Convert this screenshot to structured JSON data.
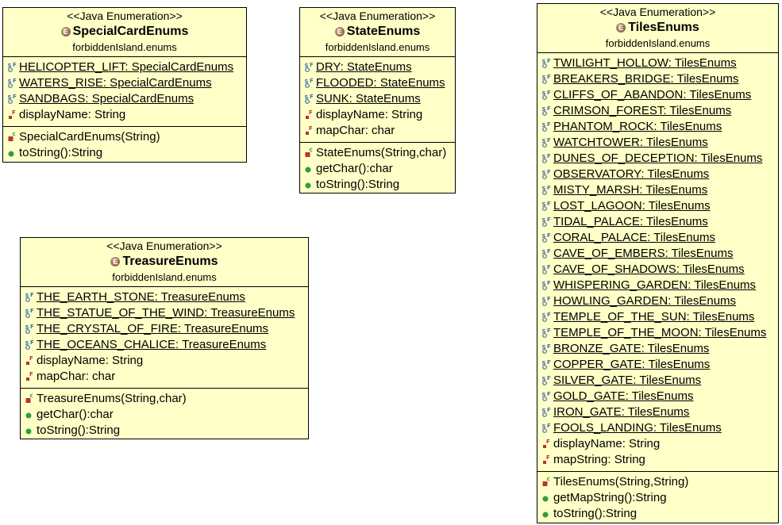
{
  "classes": [
    {
      "stereotype": "<<Java Enumeration>>",
      "badge": "E",
      "name": "SpecialCardEnums",
      "package": "forbiddenIsland.enums",
      "literals": [
        "HELICOPTER_LIFT: SpecialCardEnums",
        "WATERS_RISE: SpecialCardEnums",
        "SANDBAGS: SpecialCardEnums"
      ],
      "fields": [
        "displayName: String"
      ],
      "constructors": [
        "SpecialCardEnums(String)"
      ],
      "methods": [
        "toString():String"
      ]
    },
    {
      "stereotype": "<<Java Enumeration>>",
      "badge": "E",
      "name": "StateEnums",
      "package": "forbiddenIsland.enums",
      "literals": [
        "DRY: StateEnums",
        "FLOODED: StateEnums",
        "SUNK: StateEnums"
      ],
      "fields": [
        "displayName: String",
        "mapChar: char"
      ],
      "constructors": [
        "StateEnums(String,char)"
      ],
      "methods": [
        "getChar():char",
        "toString():String"
      ]
    },
    {
      "stereotype": "<<Java Enumeration>>",
      "badge": "E",
      "name": "TreasureEnums",
      "package": "forbiddenIsland.enums",
      "literals": [
        "THE_EARTH_STONE: TreasureEnums",
        "THE_STATUE_OF_THE_WIND: TreasureEnums",
        "THE_CRYSTAL_OF_FIRE: TreasureEnums",
        "THE_OCEANS_CHALICE: TreasureEnums"
      ],
      "fields": [
        "displayName: String",
        "mapChar: char"
      ],
      "constructors": [
        "TreasureEnums(String,char)"
      ],
      "methods": [
        "getChar():char",
        "toString():String"
      ]
    },
    {
      "stereotype": "<<Java Enumeration>>",
      "badge": "E",
      "name": "TilesEnums",
      "package": "forbiddenIsland.enums",
      "literals": [
        "TWILIGHT_HOLLOW: TilesEnums",
        "BREAKERS_BRIDGE: TilesEnums",
        "CLIFFS_OF_ABANDON: TilesEnums",
        "CRIMSON_FOREST: TilesEnums",
        "PHANTOM_ROCK: TilesEnums",
        "WATCHTOWER: TilesEnums",
        "DUNES_OF_DECEPTION: TilesEnums",
        "OBSERVATORY: TilesEnums",
        "MISTY_MARSH: TilesEnums",
        "LOST_LAGOON: TilesEnums",
        "TIDAL_PALACE: TilesEnums",
        "CORAL_PALACE: TilesEnums",
        "CAVE_OF_EMBERS: TilesEnums",
        "CAVE_OF_SHADOWS: TilesEnums",
        "WHISPERING_GARDEN: TilesEnums",
        "HOWLING_GARDEN: TilesEnums",
        "TEMPLE_OF_THE_SUN: TilesEnums",
        "TEMPLE_OF_THE_MOON: TilesEnums",
        "BRONZE_GATE: TilesEnums",
        "COPPER_GATE: TilesEnums",
        "SILVER_GATE: TilesEnums",
        "GOLD_GATE: TilesEnums",
        "IRON_GATE: TilesEnums",
        "FOOLS_LANDING: TilesEnums"
      ],
      "fields": [
        "displayName: String",
        "mapString: String"
      ],
      "constructors": [
        "TilesEnums(String,String)"
      ],
      "methods": [
        "getMapString():String",
        "toString():String"
      ]
    }
  ],
  "icons": {
    "literal": "static-final-field-icon",
    "field": "private-final-field-icon",
    "constructor": "private-constructor-icon",
    "method": "public-method-icon",
    "enum_badge": "enum-badge-icon"
  },
  "colors": {
    "box_fill": "#ffffc8",
    "literal_icon": "#3f6fa8",
    "field_icon": "#c03030",
    "method_icon": "#2e9e3e"
  }
}
